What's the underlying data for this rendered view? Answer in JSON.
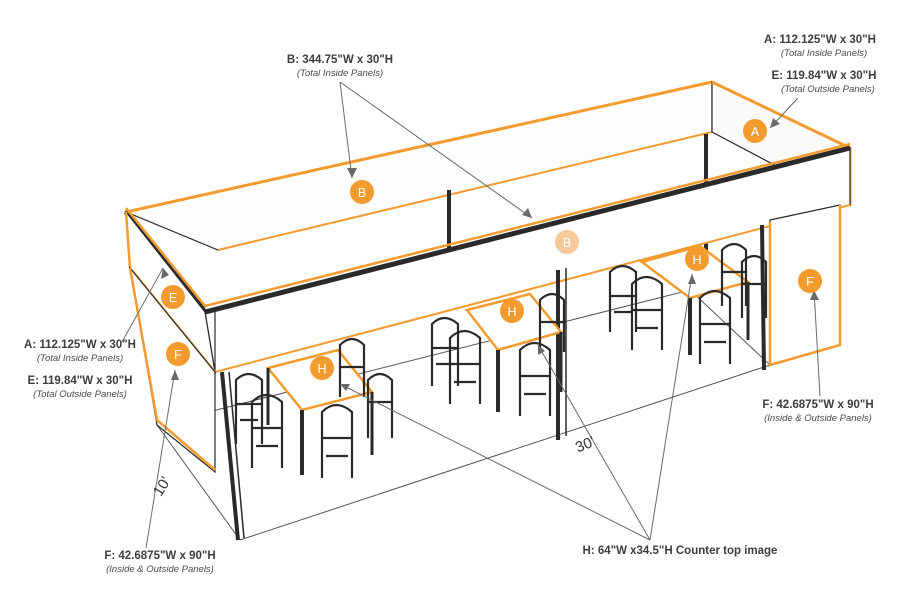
{
  "colors": {
    "accent": "#f39b2e",
    "accent_faded": "#f6c99a",
    "frame": "#2a2a2a",
    "leader": "#6a6a6a",
    "text": "#3d3d3d"
  },
  "dimensions": {
    "width": "30'",
    "depth": "10'"
  },
  "bubble_letters": {
    "a": "A",
    "b": "B",
    "e": "E",
    "f": "F",
    "h": "H"
  },
  "callouts": {
    "a_top_right": {
      "main": "A: 112.125\"W x 30\"H",
      "sub": "(Total Inside Panels)"
    },
    "e_top_right": {
      "main": "E: 119.84\"W x 30\"H",
      "sub": "(Total Outside Panels)"
    },
    "b_top": {
      "main": "B: 344.75\"W x 30\"H",
      "sub": "(Total Inside Panels)"
    },
    "a_left": {
      "main": "A: 112.125\"W x 30\"H",
      "sub": "(Total Inside Panels)"
    },
    "e_left": {
      "main": "E: 119.84\"W x 30\"H",
      "sub": "(Total Outside Panels)"
    },
    "f_right": {
      "main": "F: 42.6875\"W x 90\"H",
      "sub": "(Inside & Outside Panels)"
    },
    "f_bottom": {
      "main": "F: 42.6875\"W x 90\"H",
      "sub": "(Inside & Outside Panels)"
    },
    "h_bottom": {
      "main": "H: 64\"W x34.5\"H Counter top image"
    }
  }
}
